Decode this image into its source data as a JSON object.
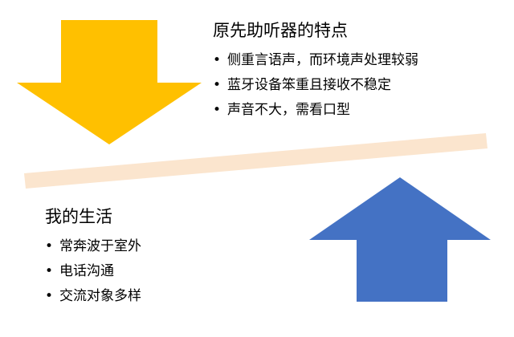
{
  "colors": {
    "down_arrow": "#FFC000",
    "up_arrow": "#4472C4",
    "divider_bar": "#FBE5CE",
    "text": "#000000"
  },
  "top_block": {
    "heading": "原先助听器的特点",
    "items": [
      "侧重言语声，而环境声处理较弱",
      "蓝牙设备笨重且接收不稳定",
      "声音不大，需看口型"
    ]
  },
  "bottom_block": {
    "heading": "我的生活",
    "items": [
      "常奔波于室外",
      "电话沟通",
      "交流对象多样"
    ]
  },
  "bullet_char": "•"
}
